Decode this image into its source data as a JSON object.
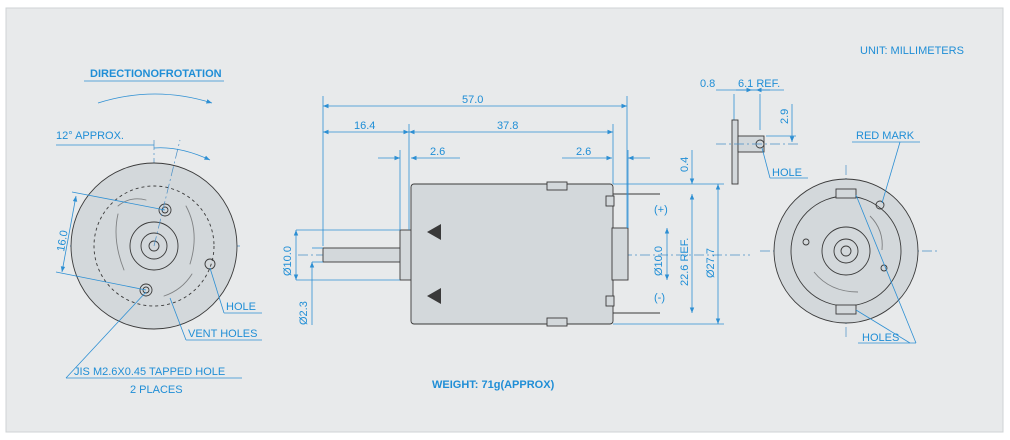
{
  "unit_note": "UNIT: MILLIMETERS",
  "direction_label": "DIRECTIONOFROTATION",
  "weight": "WEIGHT: 71g(APPROX)",
  "front_view": {
    "angle": "12° APPROX.",
    "dim_bolt_spacing": "16.0",
    "hole": "HOLE",
    "vent_holes": "VENT HOLES",
    "tapped_hole": "JIS M2.6X0.45 TAPPED HOLE",
    "places": "2 PLACES"
  },
  "side_view": {
    "overall_length": "57.0",
    "shaft_length": "16.4",
    "body_length": "37.8",
    "boss_left": "2.6",
    "boss_right": "2.6",
    "shaft_dia": "Ø10.0",
    "shaft_small": "Ø2.3",
    "boss_dia": "Ø10.0",
    "terminal_span": "22.6 REF.",
    "body_dia": "Ø27.7",
    "terminal_offset": "0.4",
    "plus": "(+)",
    "minus": "(-)"
  },
  "terminal_detail": {
    "thickness": "0.8",
    "width": "6.1 REF.",
    "hole_pos": "2.9",
    "hole": "HOLE"
  },
  "rear_view": {
    "red_mark": "RED MARK",
    "holes": "HOLES"
  }
}
